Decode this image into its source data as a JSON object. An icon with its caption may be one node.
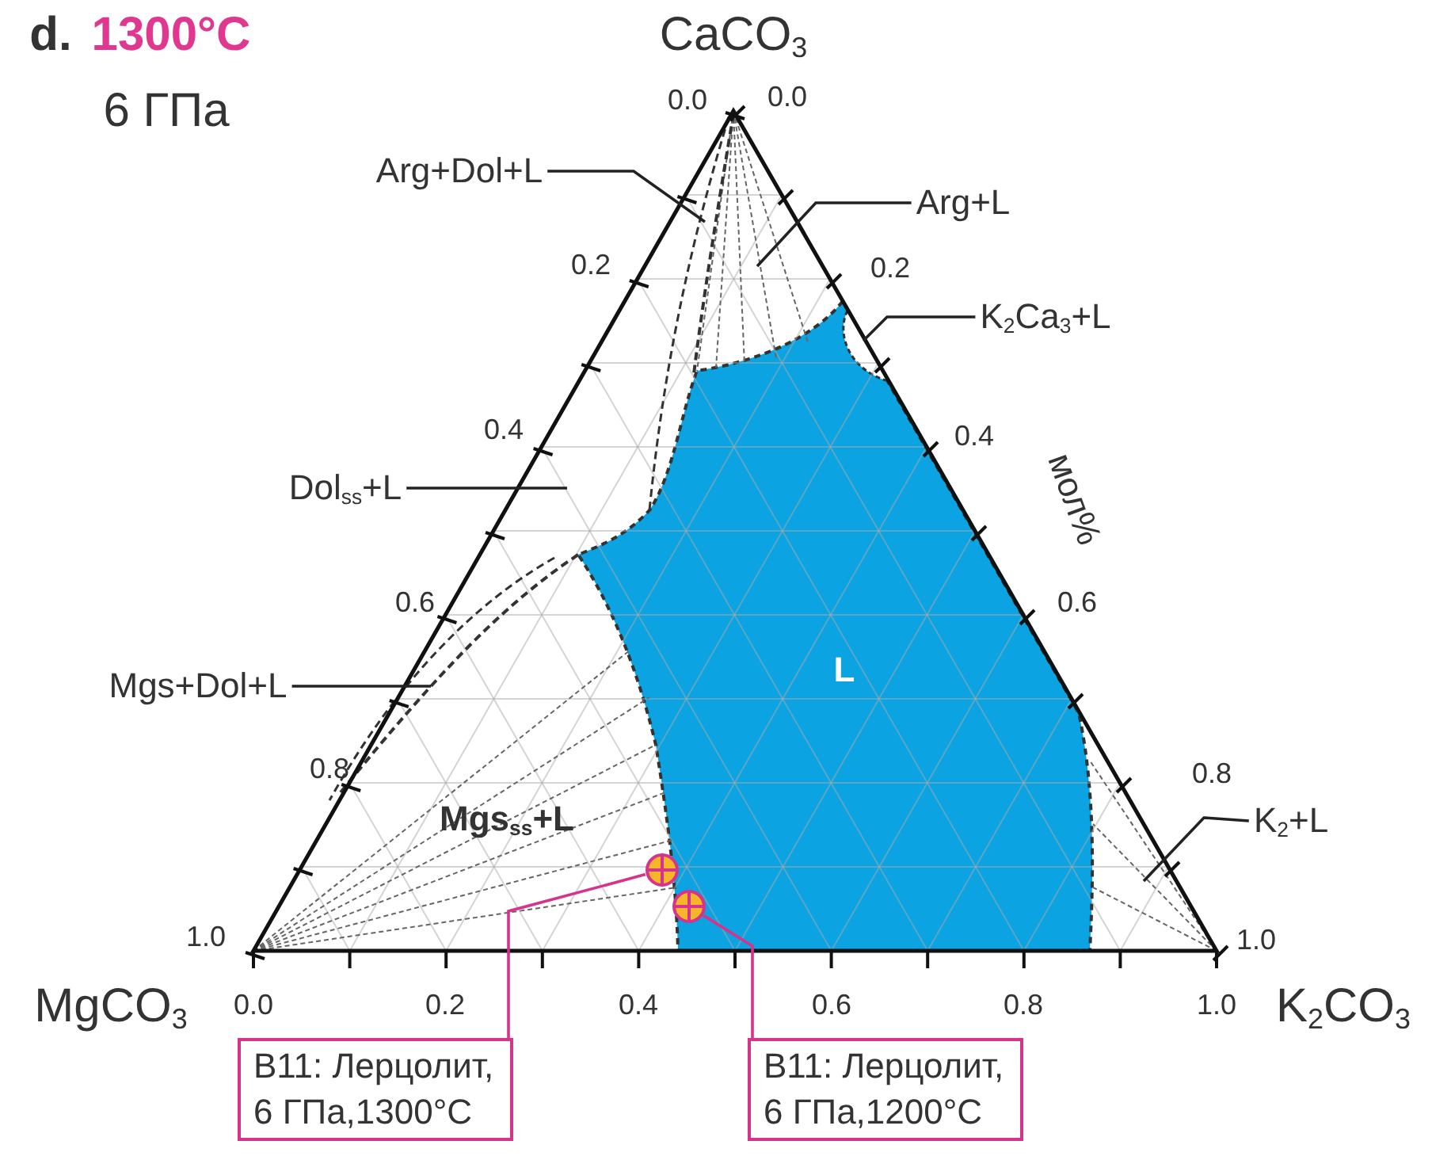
{
  "diagram": {
    "nodes": [
      {
        "text": [
          "Arg+Dol+L"
        ]
      },
      {
        "text": [
          "Arg+L"
        ]
      },
      {
        "text": [
          "K$_{2}$Ca$_{3}$+L"
        ]
      },
      {
        "text": [
          "Dol$_{ss}$+L"
        ]
      },
      {
        "text": [
          "Mgs+Dol+L"
        ]
      },
      {
        "text": [
          "K$_{2}$+L"
        ]
      },
      {
        "text": [],
        "shape": "circle"
      },
      {
        "text": [],
        "shape": "circle"
      },
      {
        "text": [
          "B11: Лерцолит, 6 ГПа,1300°C"
        ]
      },
      {
        "text": [
          "B11: Лерцолит, 6 ГПа,1200°C"
        ]
      }
    ],
    "edges": [
      {
        "from": 0,
        "to": null,
        "arrow": "none"
      },
      {
        "from": 1,
        "to": null,
        "arrow": "none"
      },
      {
        "from": 2,
        "to": null,
        "arrow": "none"
      },
      {
        "from": 3,
        "to": null,
        "arrow": "none"
      },
      {
        "from": 4,
        "to": null,
        "arrow": "none"
      },
      {
        "from": 5,
        "to": null,
        "arrow": "none"
      },
      {
        "from": 8,
        "to": 6,
        "arrow": "none",
        "color": "#d6338a"
      },
      {
        "from": 9,
        "to": 7,
        "arrow": "none",
        "color": "#d6338a"
      }
    ],
    "labels": [
      "d.",
      "1300°C",
      "CaCO$_{3}$",
      "6 ГПа",
      "0.0",
      "0.0",
      "0.2",
      "0.2",
      "0.4",
      "0.4",
      "мол%",
      "0.6",
      "0.6",
      "L",
      "0.8",
      "0.8",
      "Mgs$_{ss}$+L",
      "1.0",
      "1.0",
      "MgCO$_{3}$",
      "0.0",
      "0.2",
      "0.4",
      "0.6",
      "0.8",
      "1.0",
      "K$_{2}$CO$_{3}$"
    ]
  }
}
